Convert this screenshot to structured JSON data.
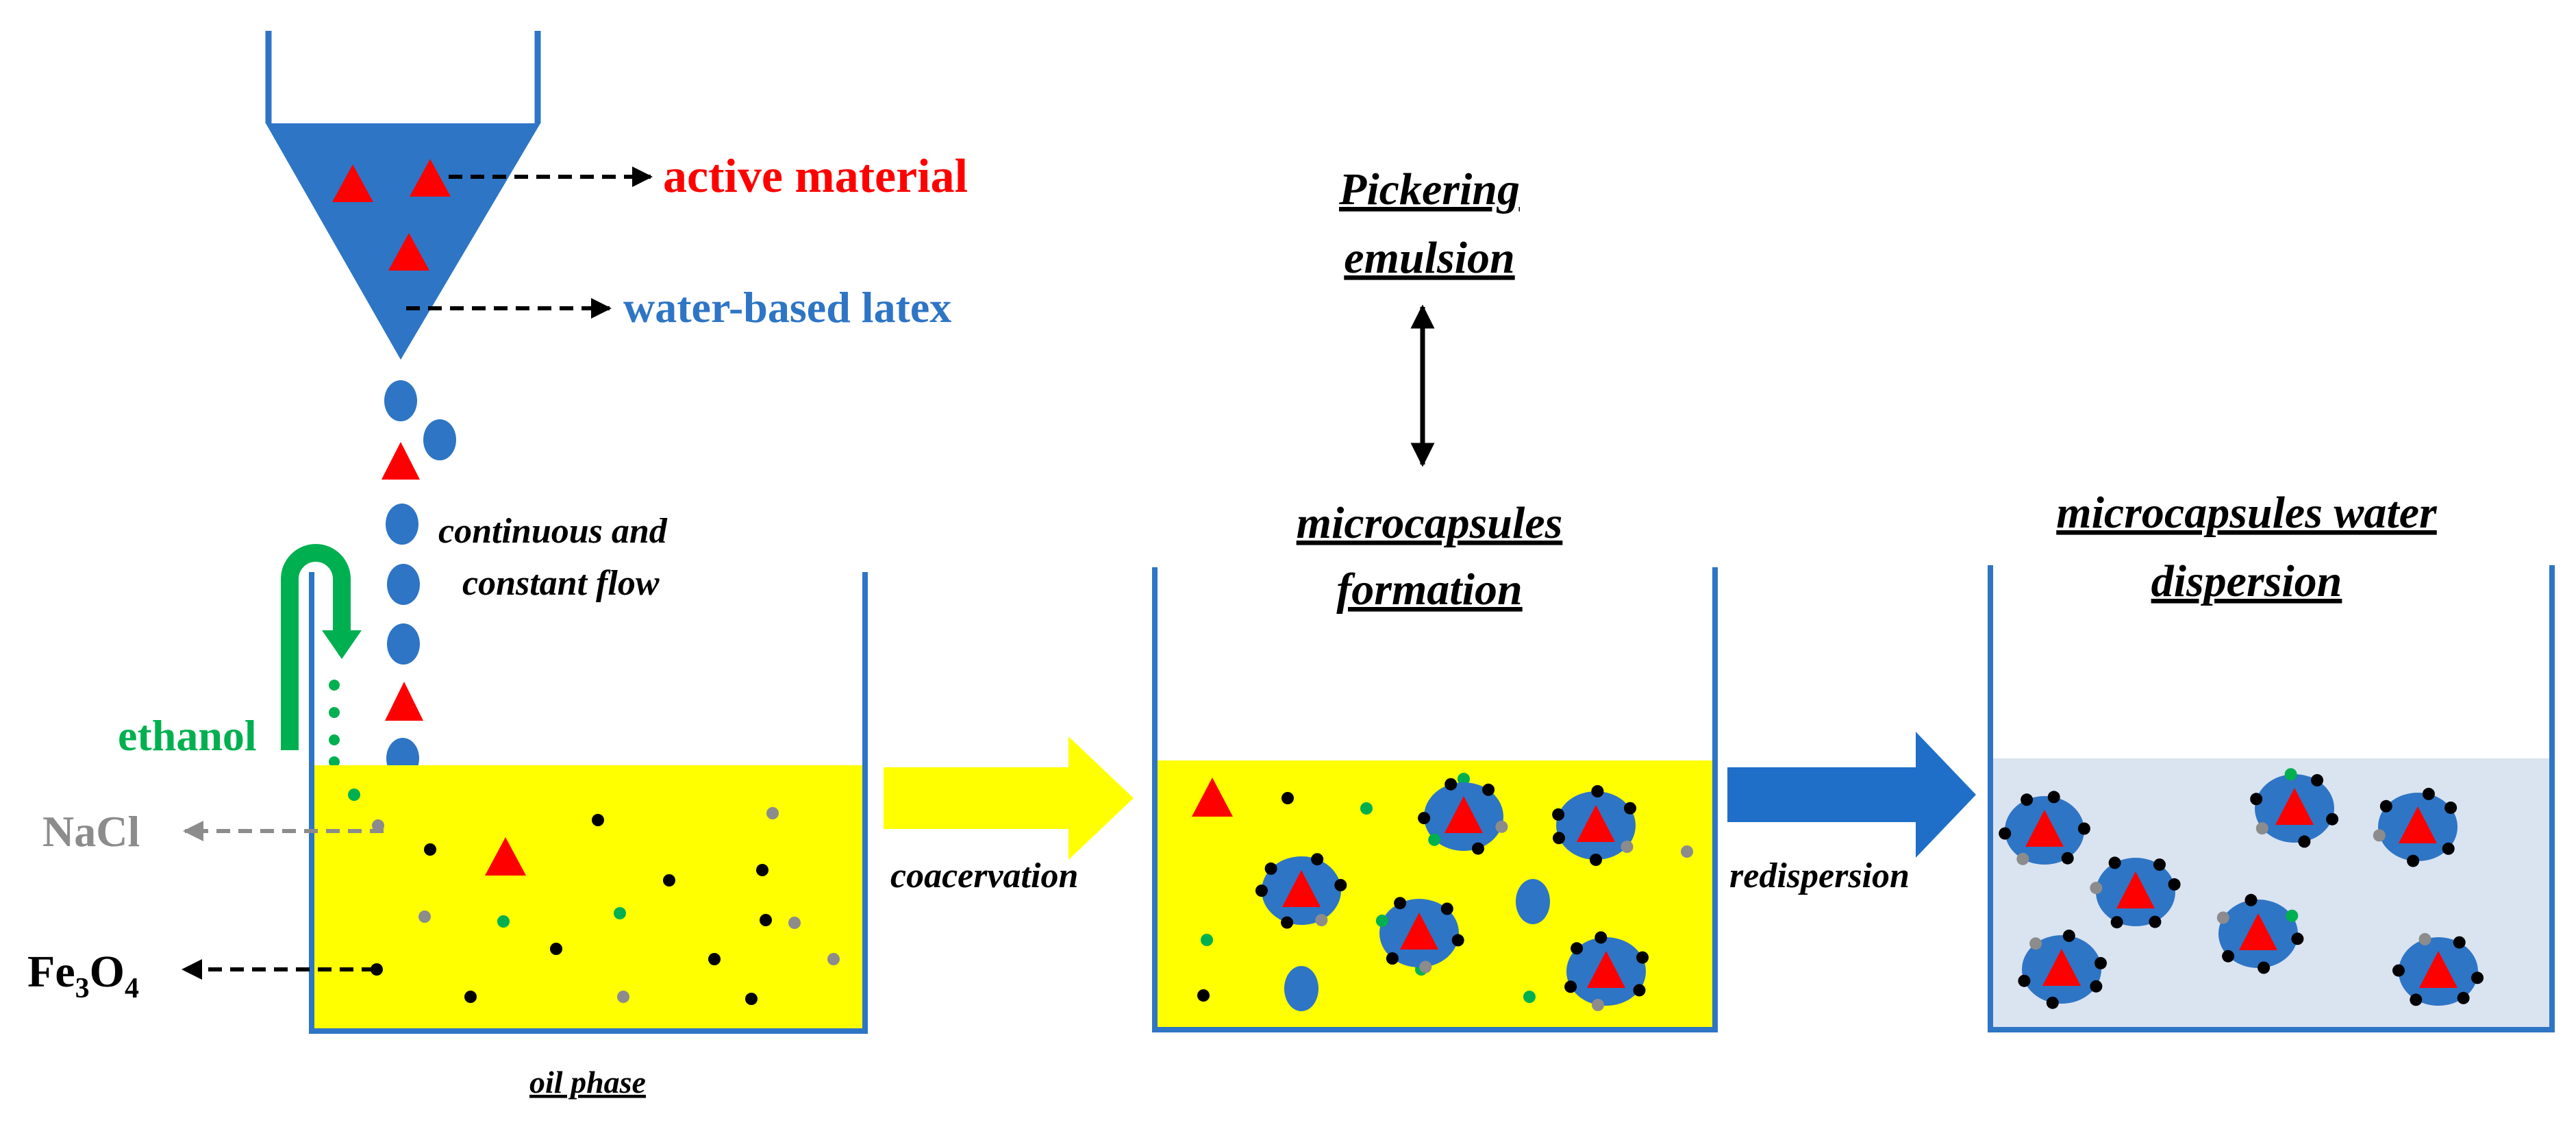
{
  "labels": {
    "active_material": "active material",
    "water_based_latex": "water-based latex",
    "continuous_flow_line1": "continuous and",
    "continuous_flow_line2": "constant flow",
    "ethanol": "ethanol",
    "nacl": "NaCl",
    "fe3o4_main": "Fe",
    "fe3o4_sub1": "3",
    "fe3o4_o": "O",
    "fe3o4_sub2": "4",
    "oil_phase": "oil phase",
    "coacervation": "coacervation",
    "redispersion": "redispersion",
    "pickering_line1": "Pickering",
    "pickering_line2": "emulsion",
    "formation_line1": "microcapsules",
    "formation_line2": "formation",
    "dispersion_line1": "microcapsules water",
    "dispersion_line2": "dispersion"
  },
  "colors": {
    "latex_blue": "#2e75c5",
    "active_red": "#ff0000",
    "oil_yellow": "#ffff00",
    "water_light_blue": "#dae3f0",
    "ethanol_green": "#00b050",
    "nacl_gray": "#8c8c8c",
    "fe3o4_black": "#000000",
    "arrow_blue": "#1f6fc9"
  }
}
